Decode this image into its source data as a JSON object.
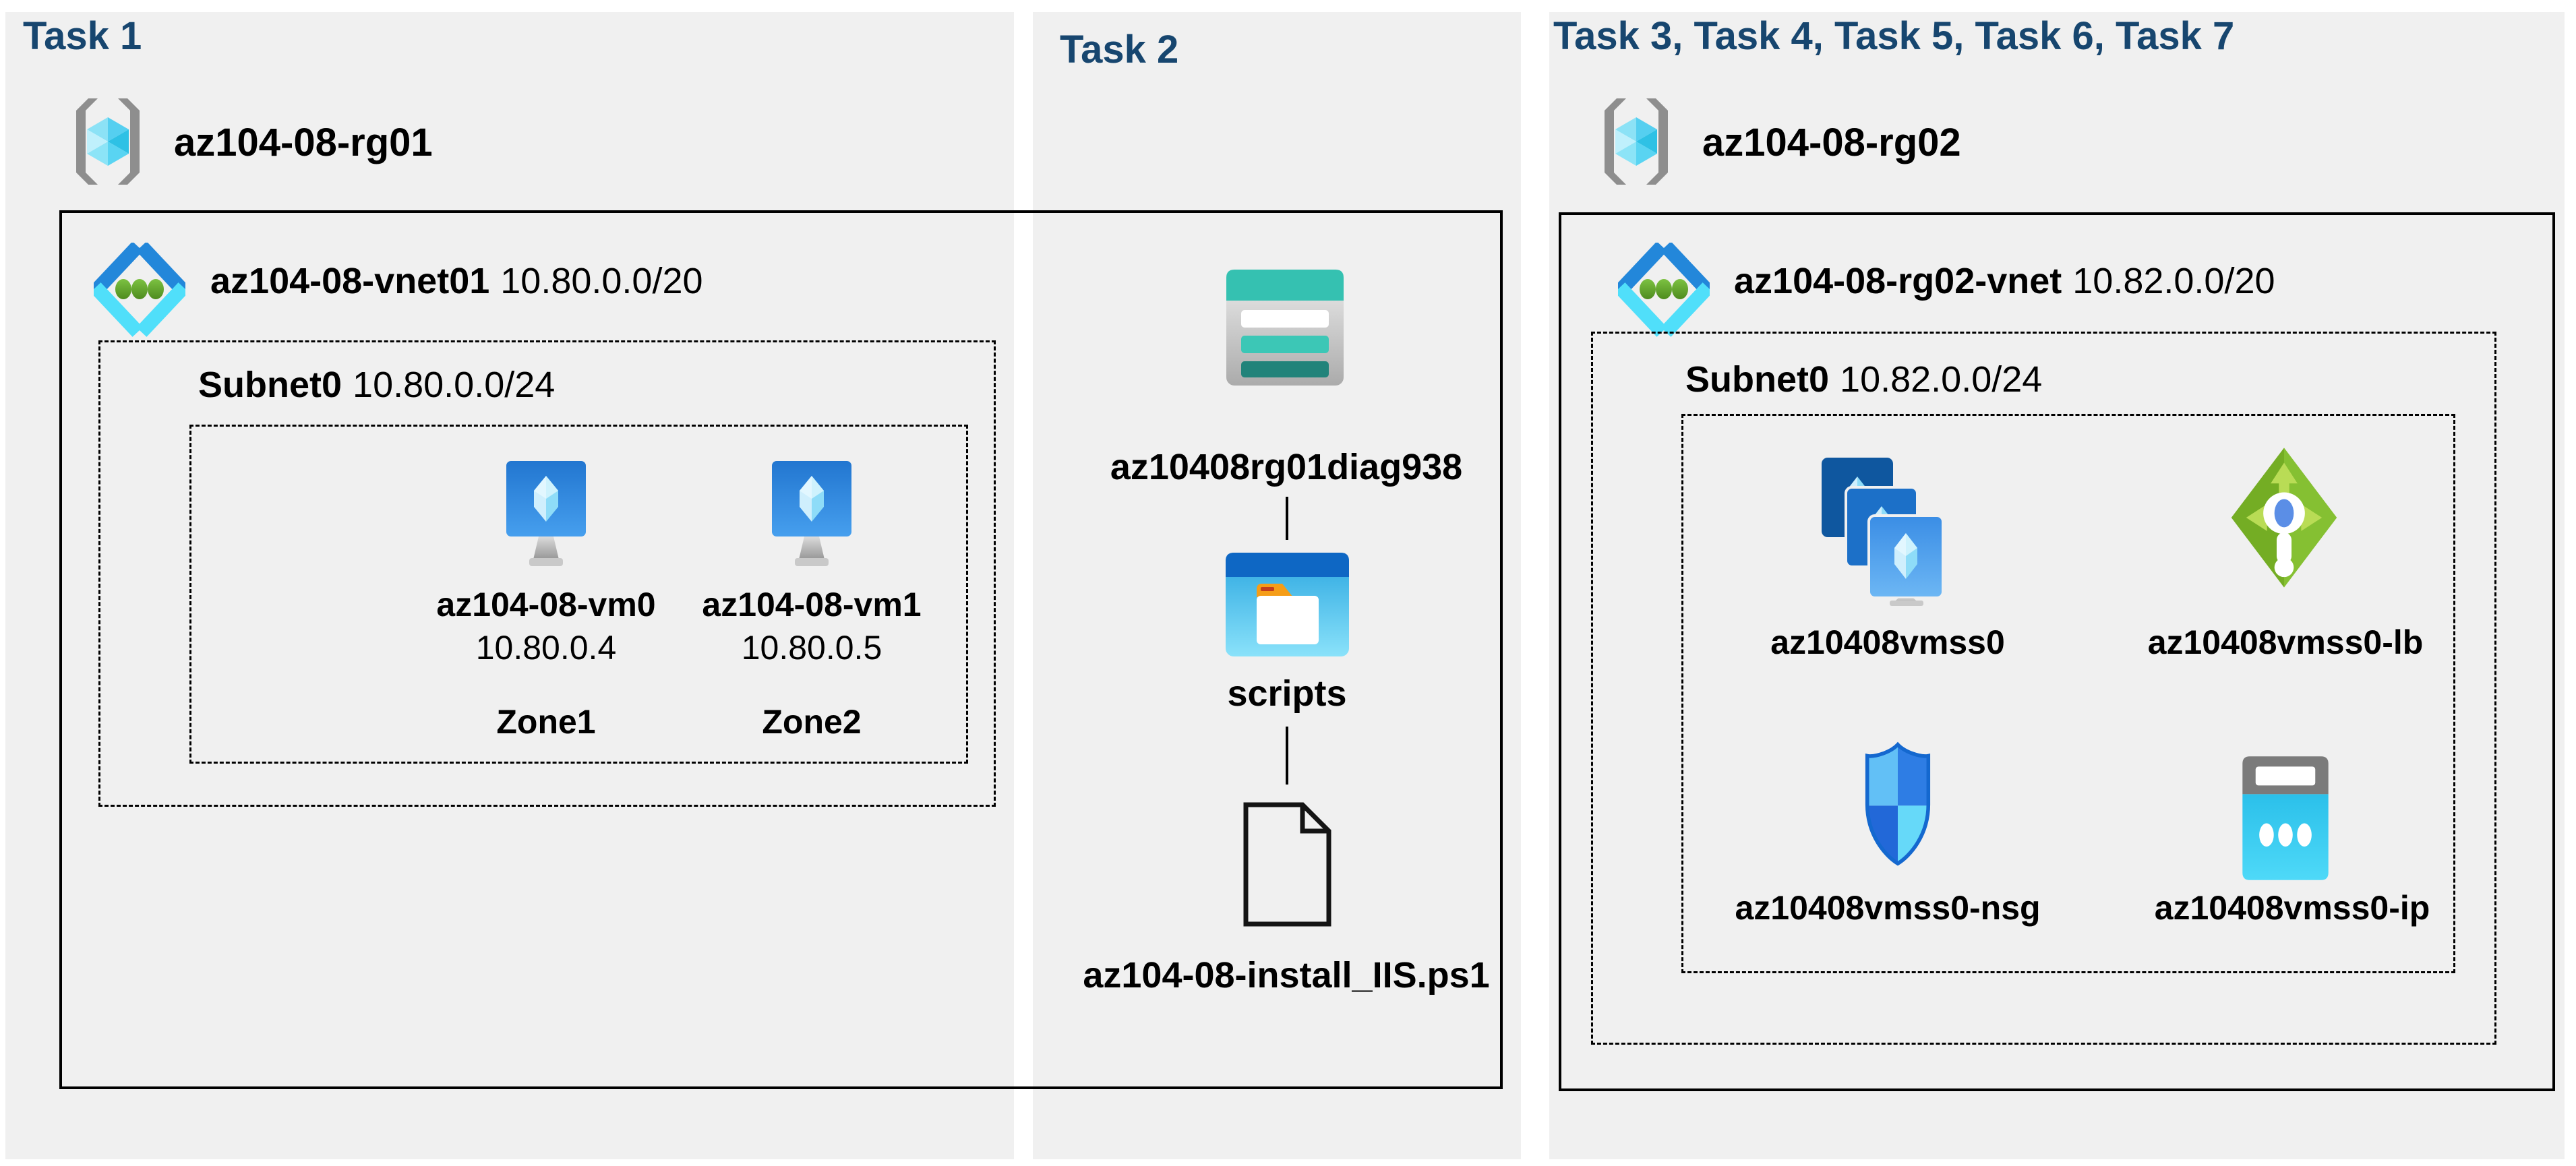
{
  "colors": {
    "task_header": "#17466F",
    "panel_bg": "#F0F0F0",
    "page_bg": "#FFFFFF",
    "box_border": "#000000",
    "storage_teal": "#35C1B1",
    "vnet_blue": "#2387DA",
    "vnet_cyan": "#50DFFA",
    "lb_green": "#7DB92E",
    "vm_blue": "#2E7FD6"
  },
  "icons": {
    "resource_group": "resource-group-icon",
    "virtual_network": "virtual-network-icon",
    "virtual_machine": "virtual-machine-icon",
    "storage_account": "storage-account-icon",
    "blob_container": "folder-window-icon",
    "script_file": "document-icon",
    "vm_scale_set": "vm-scale-set-icon",
    "load_balancer": "load-balancer-icon",
    "network_security_group": "shield-icon",
    "public_ip": "public-ip-icon"
  },
  "panel1": {
    "task_label": "Task 1",
    "resource_group": "az104-08-rg01",
    "vnet_name": "az104-08-vnet01",
    "vnet_cidr": "10.80.0.0/20",
    "subnet_name": "Subnet0",
    "subnet_cidr": "10.80.0.0/24",
    "vm0_name": "az104-08-vm0",
    "vm0_ip": "10.80.0.4",
    "vm0_zone": "Zone1",
    "vm1_name": "az104-08-vm1",
    "vm1_ip": "10.80.0.5",
    "vm1_zone": "Zone2"
  },
  "panel2": {
    "task_label": "Task 2",
    "storage_account": "az10408rg01diag938",
    "container": "scripts",
    "script_file": "az104-08-install_IIS.ps1"
  },
  "panel3": {
    "task_label": "Task 3, Task 4, Task 5, Task 6, Task 7",
    "resource_group": "az104-08-rg02",
    "vnet_name": "az104-08-rg02-vnet",
    "vnet_cidr": "10.82.0.0/20",
    "subnet_name": "Subnet0",
    "subnet_cidr": "10.82.0.0/24",
    "vmss": "az10408vmss0",
    "load_balancer": "az10408vmss0-lb",
    "nsg": "az10408vmss0-nsg",
    "public_ip": "az10408vmss0-ip"
  }
}
